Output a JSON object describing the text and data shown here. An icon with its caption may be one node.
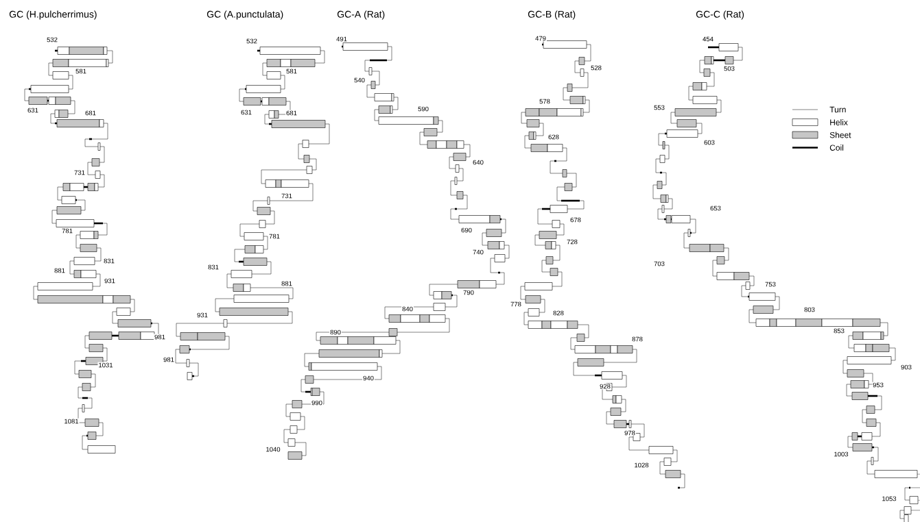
{
  "diagram": {
    "labels": [
      "GC (H.pulcherrimus)",
      "GC (A.punctulata)",
      "GC-A (Rat)",
      "GC-B (Rat)",
      "GC-C (Rat)",
      "532",
      "581",
      "631",
      "681",
      "731",
      "781",
      "831",
      "881",
      "931",
      "981",
      "1031",
      "1081",
      "532",
      "581",
      "631",
      "681",
      "731",
      "781",
      "831",
      "881",
      "931",
      "981",
      "491",
      "540",
      "590",
      "640",
      "690",
      "740",
      "790",
      "840",
      "890",
      "940",
      "990",
      "1040",
      "479",
      "528",
      "578",
      "628",
      "678",
      "728",
      "778",
      "828",
      "878",
      "928",
      "978",
      "1028",
      "454",
      "503",
      "553",
      "603",
      "653",
      "703",
      "753",
      "803",
      "853",
      "903",
      "953",
      "1003",
      "1053"
    ],
    "legend": [
      {
        "text": "Turn"
      },
      {
        "text": "Helix"
      },
      {
        "text": "Sheet"
      },
      {
        "text": "Coil"
      }
    ]
  }
}
